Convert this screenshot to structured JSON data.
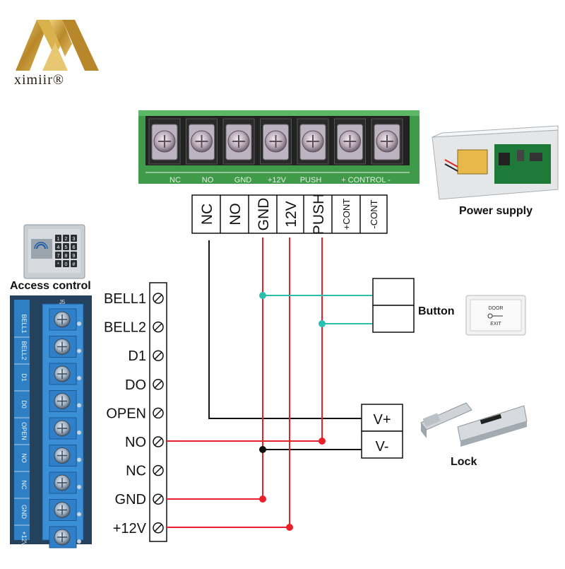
{
  "brand": {
    "name": "ximiir®"
  },
  "power_supply": {
    "label": "Power supply",
    "terminal_silkscreen": [
      "NC",
      "NO",
      "GND",
      "+12V",
      "PUSH",
      "+ CONTROL -"
    ],
    "terminals": [
      "NC",
      "NO",
      "GND",
      "12V",
      "PUSH",
      "+CONT",
      "-CONT"
    ]
  },
  "access_control": {
    "label": "Access control",
    "board_header": "J5",
    "board_silkscreen": [
      "BELL1",
      "BELL2",
      "D1",
      "D0",
      "OPEN",
      "NO",
      "NC",
      "GND",
      "+12V"
    ],
    "terminals": [
      "BELL1",
      "BELL2",
      "D1",
      "DO",
      "OPEN",
      "NO",
      "NC",
      "GND",
      "+12V"
    ]
  },
  "button": {
    "label": "Button",
    "plate_text": [
      "DOOR",
      "EXIT"
    ]
  },
  "lock": {
    "label": "Lock",
    "terminals": [
      "V+",
      "V-"
    ]
  },
  "keypad": {
    "keys": [
      "1",
      "2",
      "3",
      "4",
      "5",
      "6",
      "7",
      "8",
      "9",
      "*",
      "0",
      "#"
    ]
  },
  "colors": {
    "red_wire": "#e8202a",
    "black_wire": "#111111",
    "teal_wire": "#2bbfb0",
    "green_pcb": "#3c9a48",
    "blue_terminal": "#2f7fc4",
    "gold": "#c9a227"
  }
}
